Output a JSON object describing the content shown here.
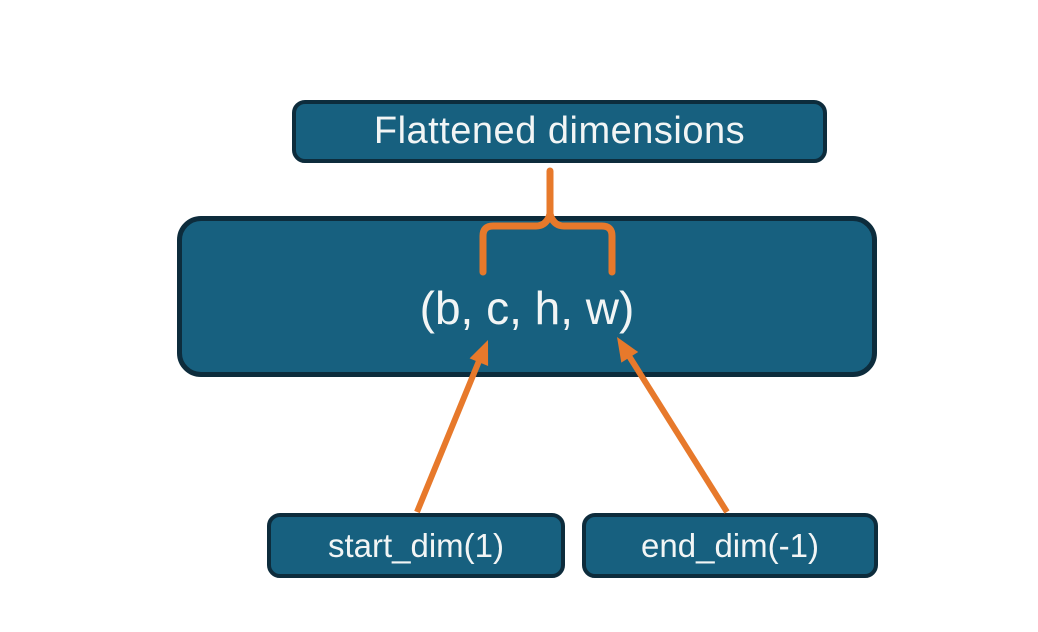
{
  "colors": {
    "background": "#ffffff",
    "box_fill": "#17607f",
    "box_border": "#0d2c3c",
    "accent": "#e7792b",
    "text": "#f2f5f5"
  },
  "nodes": {
    "flattened": {
      "label": "Flattened dimensions"
    },
    "tensor": {
      "label": "(b, c, h, w)"
    },
    "start_dim": {
      "label": "start_dim(1)"
    },
    "end_dim": {
      "label": "end_dim(-1)"
    }
  }
}
